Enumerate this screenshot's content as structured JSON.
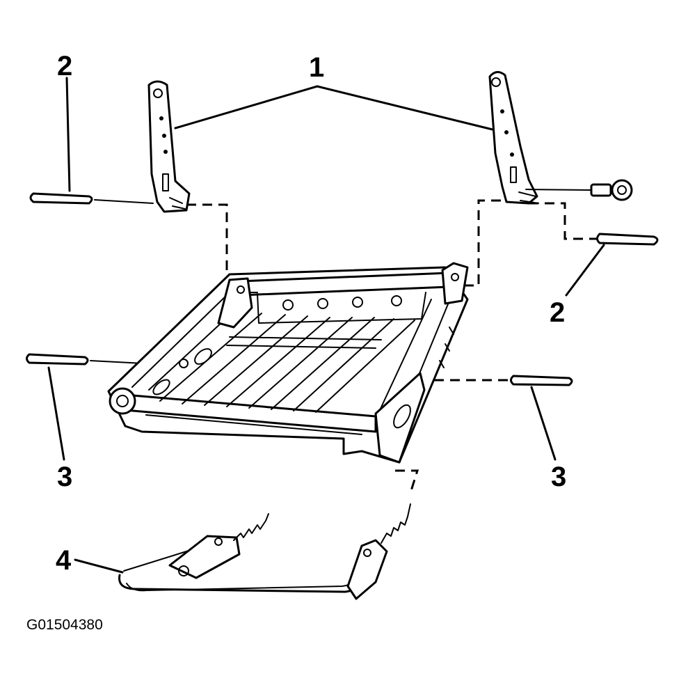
{
  "callouts": {
    "recliner_top": "1",
    "pin_left_upper": "2",
    "pin_right_upper": "2",
    "pin_left_lower": "3",
    "pin_right_lower": "3",
    "cable": "4"
  },
  "figure_id": "G01504380",
  "colors": {
    "line": "#000000",
    "background": "#ffffff"
  }
}
